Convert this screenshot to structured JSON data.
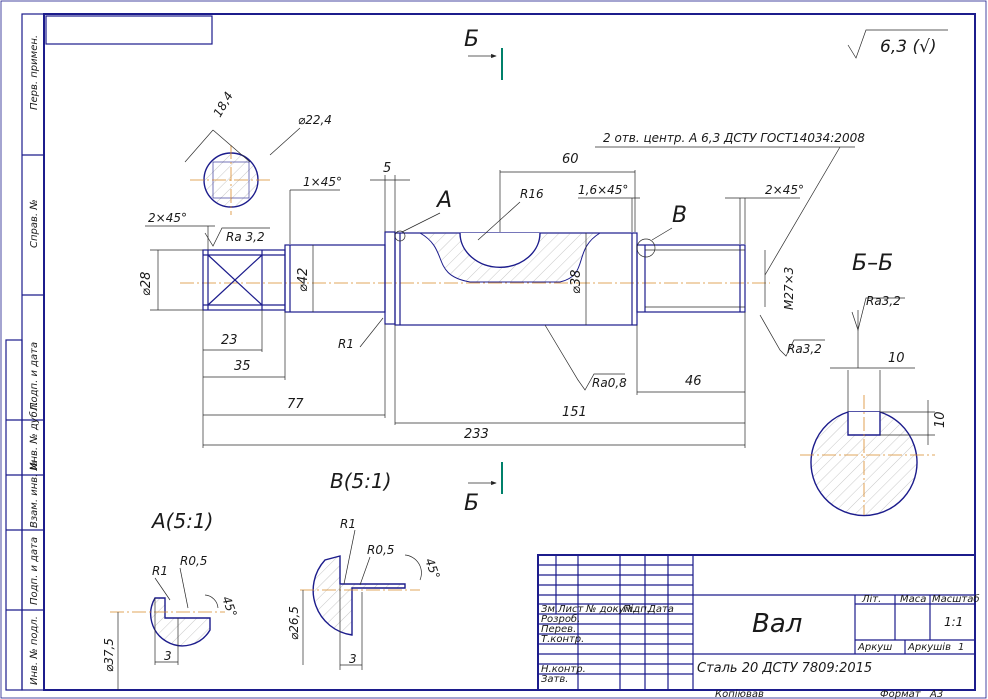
{
  "sheet": {
    "side_stamps": [
      "Перв. примен.",
      "Справ. №",
      "Подп. и дата",
      "Инв. № дубл.",
      "Взам. инв. №",
      "Подп. и дата",
      "Инв. № подл."
    ],
    "roughness_general": "6,3 (√)"
  },
  "section_marks": {
    "top": "Б",
    "bottom": "Б",
    "section_title": "Б–Б"
  },
  "labels": {
    "detail_a": "A",
    "detail_b": "B",
    "detail_a_title": "A(5:1)",
    "detail_b_title": "B(5:1)"
  },
  "main_view": {
    "center_note": "2 отв. центр. А 6,3 ДСТУ ГОСТ14034:2008",
    "d_18_4": "18,4",
    "d_22_4": "⌀22,4",
    "chamfer_1x45": "1×45°",
    "dim_5": "5",
    "dim_60": "60",
    "r16": "R16",
    "chamfer_16x45": "1,6×45°",
    "chamfer_2x45_right": "2×45°",
    "chamfer_2x45_left": "2×45°",
    "ra32_left": "Ra 3,2",
    "d28": "⌀28",
    "d42": "⌀42",
    "d38": "⌀38",
    "m27": "M27×3",
    "r1": "R1",
    "ra08": "Ra0,8",
    "ra32_right": "Ra3,2",
    "dim_23": "23",
    "dim_35": "35",
    "dim_77": "77",
    "dim_151": "151",
    "dim_46": "46",
    "dim_233": "233"
  },
  "section_view": {
    "ra32": "Ra3,2",
    "dim_10a": "10",
    "dim_10b": "10"
  },
  "detail_a": {
    "r1": "R1",
    "r05": "R0,5",
    "angle": "45°",
    "d": "⌀37,5",
    "w": "3"
  },
  "detail_b": {
    "r1": "R1",
    "r05": "R0,5",
    "angle": "45°",
    "d": "⌀26,5",
    "w": "3"
  },
  "title_block": {
    "name": "Вал",
    "material": "Сталь 20 ДСТУ 7809:2015",
    "headers": [
      "Зм.",
      "Лист",
      "№ докум.",
      "Підп.",
      "Дата"
    ],
    "rows": [
      "Розроб.",
      "Перев.",
      "Т.контр.",
      "Н.контр.",
      "Затв."
    ],
    "lit_label": "Літ.",
    "mass_label": "Маса",
    "scale_label": "Масштаб",
    "scale_value": "1:1",
    "sheet_label": "Аркуш",
    "sheets_label": "Аркушів",
    "sheets_value": "1",
    "copied": "Копіював",
    "format_label": "Формат",
    "format_value": "А3"
  }
}
